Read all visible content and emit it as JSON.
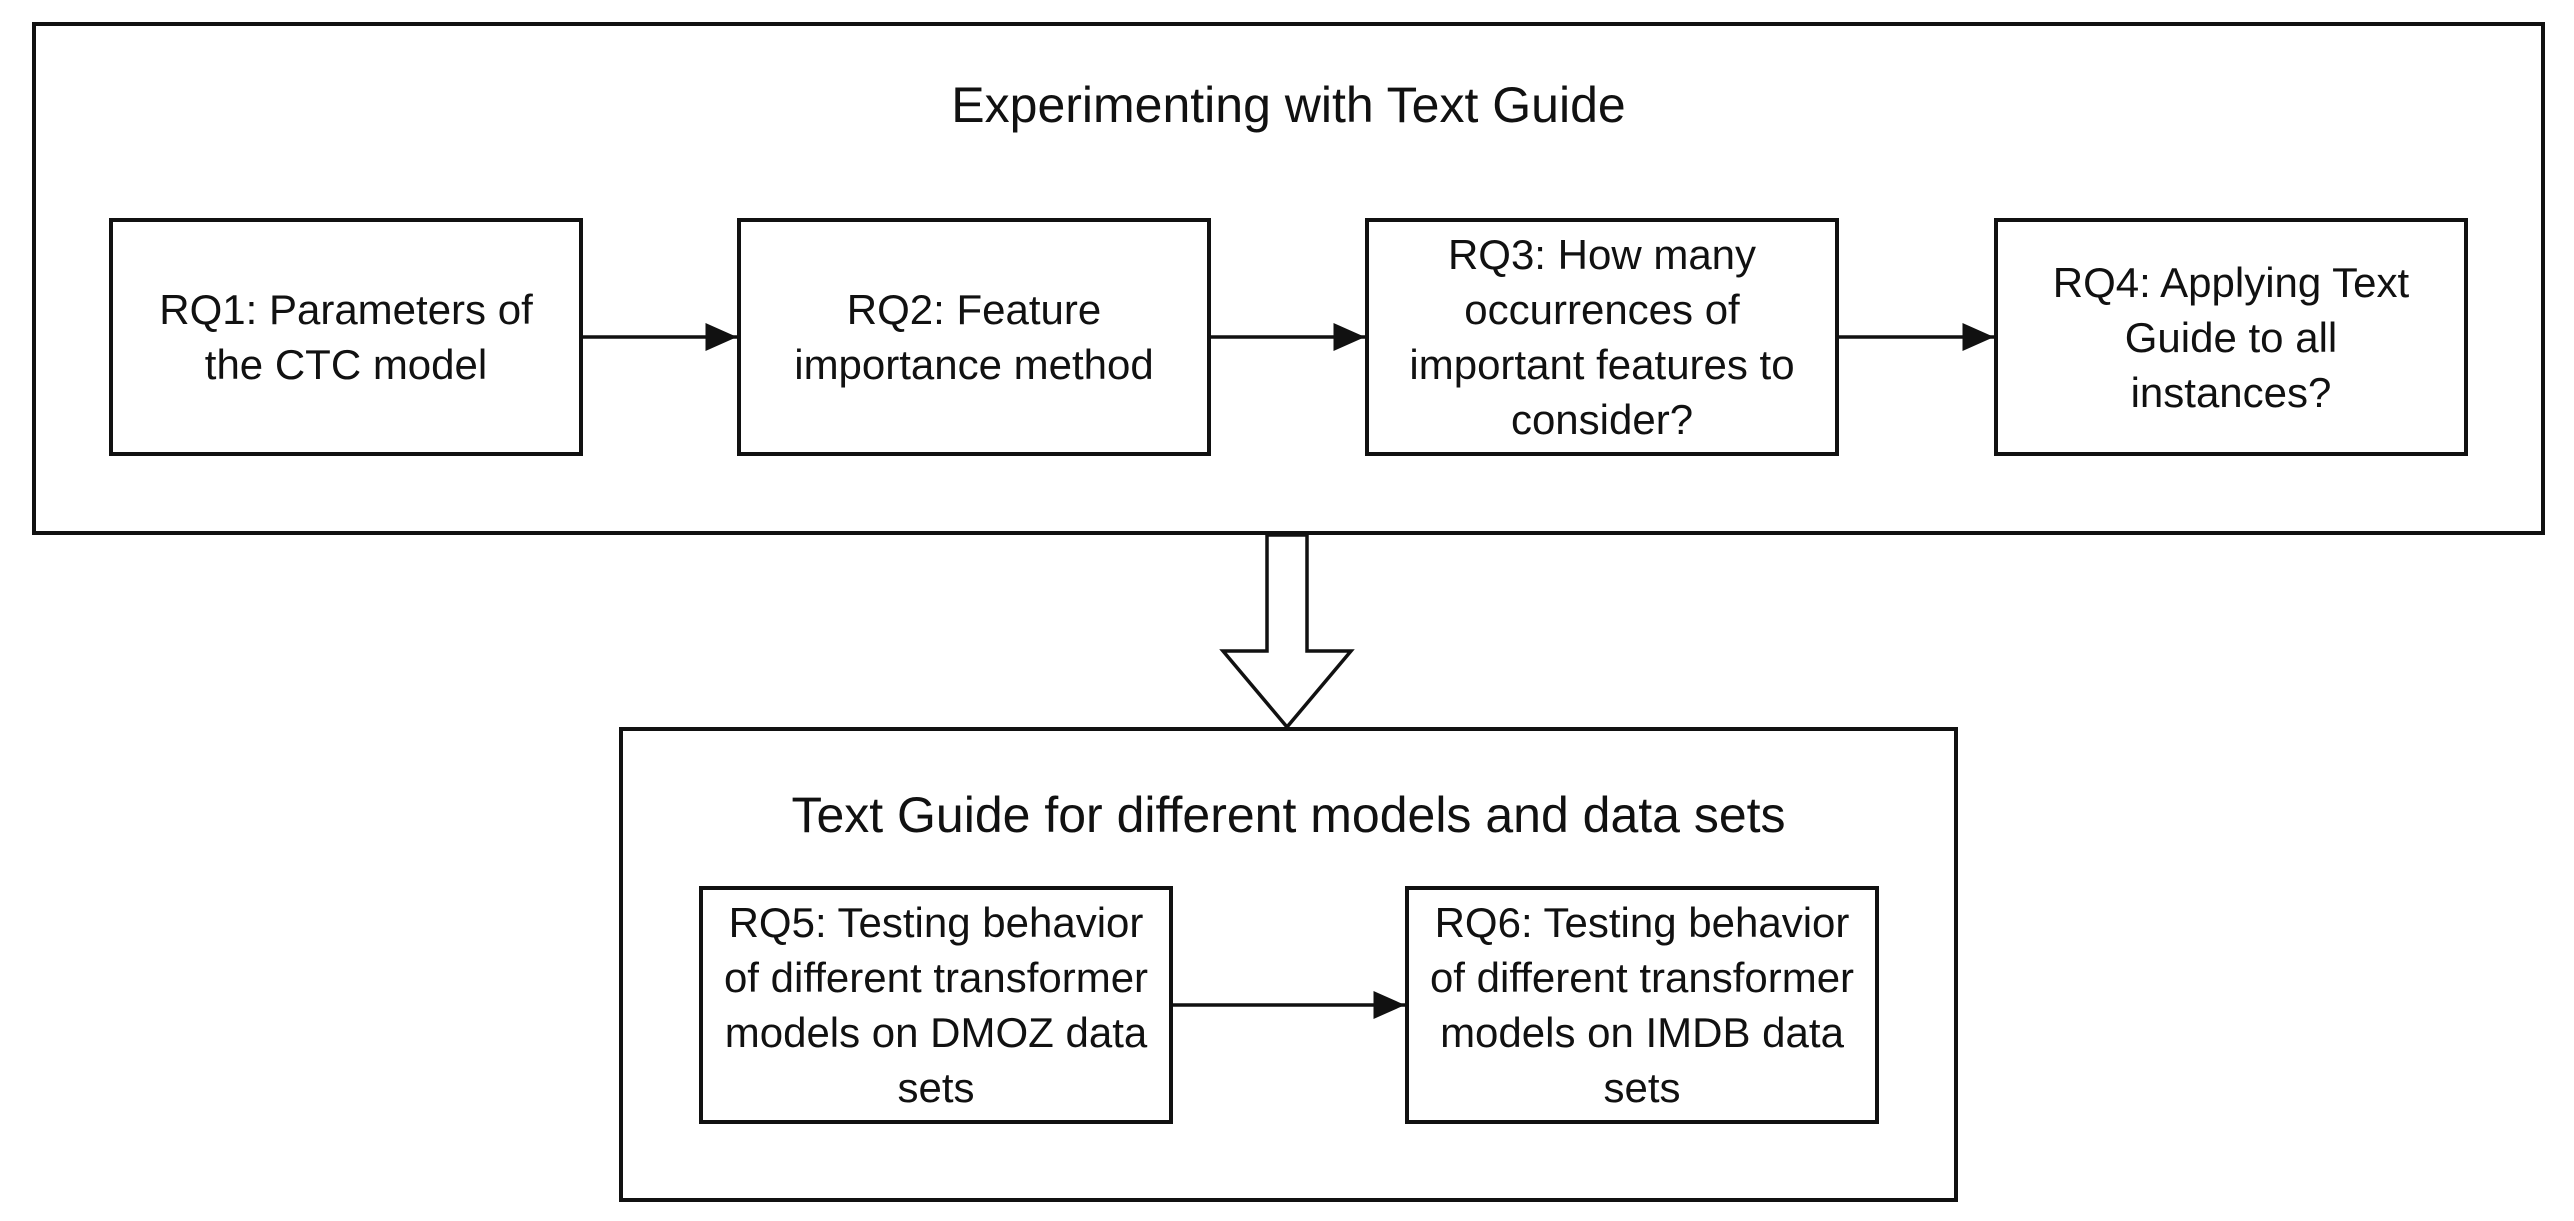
{
  "groups": {
    "top": {
      "title": "Experimenting with Text Guide",
      "boxes": [
        {
          "id": "rq1",
          "text": "RQ1: Parameters of the CTC model"
        },
        {
          "id": "rq2",
          "text": "RQ2: Feature importance method"
        },
        {
          "id": "rq3",
          "text": "RQ3: How many occurrences of important features to consider?"
        },
        {
          "id": "rq4",
          "text": "RQ4: Applying Text Guide to all instances?"
        }
      ]
    },
    "bottom": {
      "title": "Text Guide for different models and data sets",
      "boxes": [
        {
          "id": "rq5",
          "text": "RQ5: Testing behavior of different transformer models on DMOZ data sets"
        },
        {
          "id": "rq6",
          "text": "RQ6: Testing behavior of different transformer models on IMDB data sets"
        }
      ]
    }
  },
  "edges": [
    {
      "from": "rq1",
      "to": "rq2"
    },
    {
      "from": "rq2",
      "to": "rq3"
    },
    {
      "from": "rq3",
      "to": "rq4"
    },
    {
      "from": "top",
      "to": "bottom",
      "style": "hollow-block-arrow"
    },
    {
      "from": "rq5",
      "to": "rq6"
    }
  ]
}
